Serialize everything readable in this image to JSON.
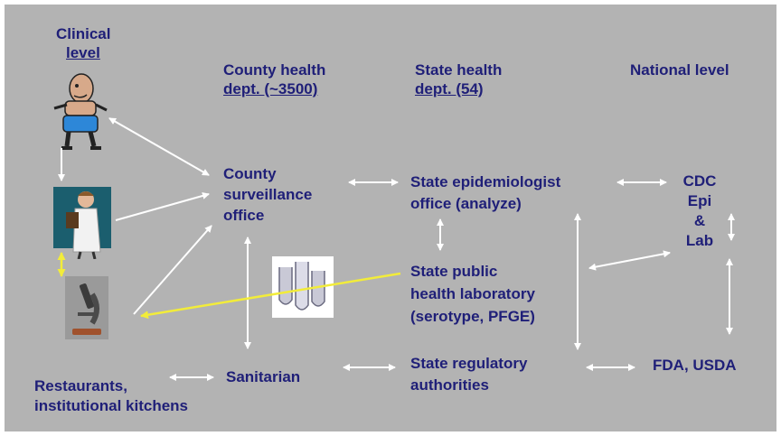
{
  "colors": {
    "panel": "#b3b3b3",
    "text": "#1f1f78",
    "arrow": "#ffffff",
    "arrow_highlight": "#f2ec3a"
  },
  "headers": {
    "clinical_line1": "Clinical",
    "clinical_line2": "level",
    "county_line1": "County health",
    "county_line2": "dept. (~3500)",
    "state_line1": "State health",
    "state_line2": "dept. (54)",
    "national": "National level"
  },
  "nodes": {
    "county_office": [
      "County",
      "surveillance",
      "office"
    ],
    "state_epi": [
      "State epidemiologist",
      "office (analyze)"
    ],
    "state_lab": [
      "State public",
      "health laboratory",
      "(serotype, PFGE)"
    ],
    "state_reg": [
      "State regulatory",
      "authorities"
    ],
    "sanitarian": "Sanitarian",
    "restaurants": [
      "Restaurants,",
      "institutional kitchens"
    ],
    "cdc": [
      "CDC",
      "Epi",
      "&",
      "Lab"
    ],
    "fda": "FDA, USDA"
  },
  "icons": {
    "patient": "patient-clipart-icon",
    "doctor": "doctor-clipart-icon",
    "microscope": "microscope-icon",
    "test_tubes": "test-tubes-icon"
  }
}
